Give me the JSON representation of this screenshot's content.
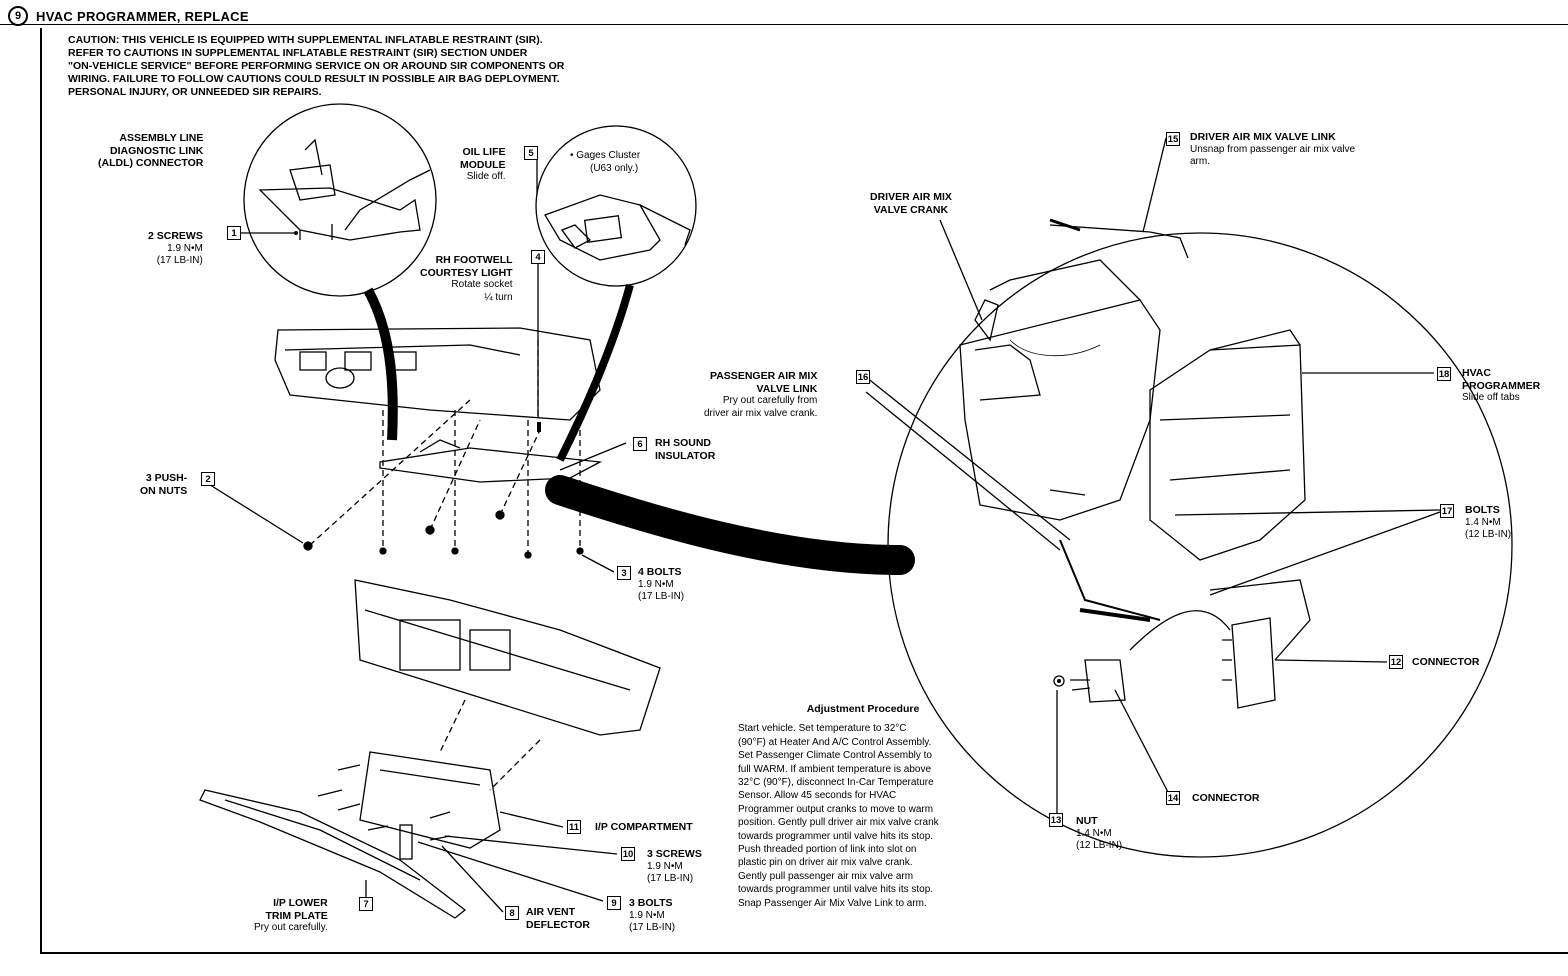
{
  "header": {
    "section_number": "9",
    "title": "HVAC PROGRAMMER, REPLACE"
  },
  "caution": [
    "CAUTION: THIS VEHICLE IS EQUIPPED WITH SUPPLEMENTAL INFLATABLE RESTRAINT (SIR).",
    "REFER TO CAUTIONS IN SUPPLEMENTAL INFLATABLE RESTRAINT (SIR) SECTION UNDER",
    "\"ON-VEHICLE SERVICE\" BEFORE PERFORMING SERVICE ON OR AROUND SIR COMPONENTS OR",
    "WIRING. FAILURE TO FOLLOW CAUTIONS COULD RESULT IN POSSIBLE AIR BAG DEPLOYMENT.",
    "PERSONAL INJURY, OR UNNEEDED SIR REPAIRS."
  ],
  "callouts": {
    "c1": {
      "num": "1",
      "title": [
        "2 SCREWS"
      ],
      "sub": [
        "1.9 N•M",
        "(17 LB-IN)"
      ]
    },
    "c2": {
      "num": "2",
      "title": [
        "3 PUSH-",
        "ON NUTS"
      ],
      "sub": []
    },
    "c3": {
      "num": "3",
      "title": [
        "4 BOLTS"
      ],
      "sub": [
        "1.9 N•M",
        "(17 LB-IN)"
      ]
    },
    "c4": {
      "num": "4",
      "title": [
        "RH FOOTWELL",
        "COURTESY LIGHT"
      ],
      "sub": [
        "Rotate socket",
        "¼ turn"
      ]
    },
    "c5": {
      "num": "5",
      "title": [
        "OIL LIFE",
        "MODULE"
      ],
      "sub": [
        "Slide off."
      ]
    },
    "c5note": {
      "title": "• Gages Cluster",
      "sub": "(U63 only.)"
    },
    "c6": {
      "num": "6",
      "title": [
        "RH SOUND",
        "INSULATOR"
      ],
      "sub": []
    },
    "c7": {
      "num": "7",
      "title": [
        "I/P LOWER",
        "TRIM PLATE"
      ],
      "sub": [
        "Pry out carefully."
      ]
    },
    "c8": {
      "num": "8",
      "title": [
        "AIR VENT",
        "DEFLECTOR"
      ],
      "sub": []
    },
    "c9": {
      "num": "9",
      "title": [
        "3 BOLTS"
      ],
      "sub": [
        "1.9 N•M",
        "(17 LB-IN)"
      ]
    },
    "c10": {
      "num": "10",
      "title": [
        "3 SCREWS"
      ],
      "sub": [
        "1.9 N•M",
        "(17 LB-IN)"
      ]
    },
    "c11": {
      "num": "11",
      "title": [
        "I/P COMPARTMENT"
      ],
      "sub": []
    },
    "c12": {
      "num": "12",
      "title": [
        "CONNECTOR"
      ],
      "sub": []
    },
    "c13": {
      "num": "13",
      "title": [
        "NUT"
      ],
      "sub": [
        "1.4 N•M",
        "(12 LB-IN)"
      ]
    },
    "c14": {
      "num": "14",
      "title": [
        "CONNECTOR"
      ],
      "sub": []
    },
    "c15": {
      "num": "15",
      "title": [
        "DRIVER AIR MIX VALVE LINK"
      ],
      "sub": [
        "Unsnap from passenger air mix valve",
        "arm."
      ]
    },
    "c16": {
      "num": "16",
      "title": [
        "PASSENGER AIR MIX",
        "VALVE LINK"
      ],
      "sub": [
        "Pry out carefully from",
        "driver air mix valve crank."
      ]
    },
    "c17": {
      "num": "17",
      "title": [
        "BOLTS"
      ],
      "sub": [
        "1.4 N•M",
        "(12 LB-IN)"
      ]
    },
    "c18": {
      "num": "18",
      "title": [
        "HVAC",
        "PROGRAMMER"
      ],
      "sub": [
        "Slide off tabs"
      ]
    },
    "aldl": {
      "title": [
        "ASSEMBLY LINE",
        "DIAGNOSTIC LINK",
        "(ALDL) CONNECTOR"
      ]
    },
    "crank": {
      "title": [
        "DRIVER AIR MIX",
        "VALVE CRANK"
      ]
    }
  },
  "procedure": {
    "title": "Adjustment Procedure",
    "lines": [
      "Start vehicle. Set temperature to 32°C",
      "(90°F) at Heater And A/C Control Assembly.",
      "Set Passenger Climate Control Assembly to",
      "full WARM. If ambient temperature is above",
      "32°C (90°F), disconnect In-Car Temperature",
      "Sensor. Allow 45 seconds for HVAC",
      "Programmer output cranks to move to warm",
      "position. Gently pull driver air mix valve crank",
      "towards programmer until valve hits its stop.",
      "Push threaded portion of link into slot on",
      "plastic pin on driver air mix valve crank.",
      "Gently pull passenger air mix valve arm",
      "towards programmer until valve hits its stop.",
      "Snap Passenger Air Mix Valve Link  to arm."
    ]
  }
}
